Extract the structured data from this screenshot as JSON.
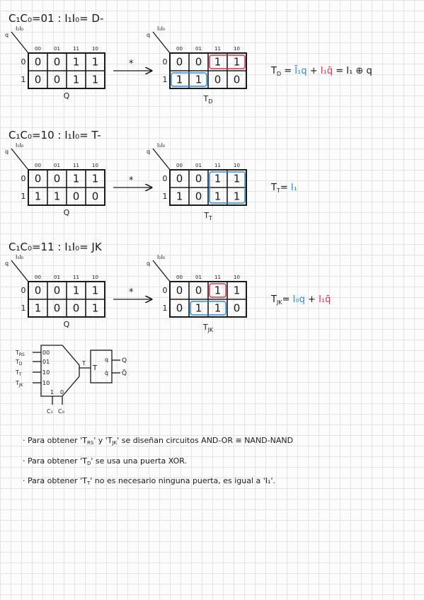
{
  "sections": [
    {
      "heading": "C₁C₀=01 : I₁I₀= D-",
      "axis_top": "I₁I₀",
      "axis_side": "q",
      "columns": [
        "00",
        "01",
        "11",
        "10"
      ],
      "rows": [
        "0",
        "1"
      ],
      "left": {
        "cells": [
          [
            "0",
            "0",
            "1",
            "1"
          ],
          [
            "0",
            "0",
            "1",
            "1"
          ]
        ],
        "caption": "Q"
      },
      "arrow": "*",
      "right": {
        "cells": [
          [
            "0",
            "0",
            "1",
            "1"
          ],
          [
            "1",
            "1",
            "0",
            "0"
          ]
        ],
        "caption_main": "T",
        "caption_sub": "D",
        "groups": [
          {
            "row": 0,
            "col": 2,
            "rows": 1,
            "cols": 2,
            "color": "red"
          },
          {
            "row": 1,
            "col": 0,
            "rows": 1,
            "cols": 2,
            "color": "blue"
          }
        ]
      },
      "formula": [
        {
          "t": "T",
          "c": "black"
        },
        {
          "t": "D",
          "c": "black",
          "sub": true
        },
        {
          "t": " = ",
          "c": "black"
        },
        {
          "t": "Ī₁q",
          "c": "blue"
        },
        {
          "t": " + ",
          "c": "black"
        },
        {
          "t": "I₁q̄",
          "c": "red"
        },
        {
          "t": " = I₁ ⊕ q",
          "c": "black"
        }
      ]
    },
    {
      "heading": "C₁C₀=10 : I₁I₀= T-",
      "axis_top": "I₁I₀",
      "axis_side": "q",
      "columns": [
        "00",
        "01",
        "11",
        "10"
      ],
      "rows": [
        "0",
        "1"
      ],
      "left": {
        "cells": [
          [
            "0",
            "0",
            "1",
            "1"
          ],
          [
            "1",
            "1",
            "0",
            "0"
          ]
        ],
        "caption": "Q"
      },
      "arrow": "*",
      "right": {
        "cells": [
          [
            "0",
            "0",
            "1",
            "1"
          ],
          [
            "1",
            "0",
            "1",
            "1"
          ]
        ],
        "caption_main": "T",
        "caption_sub": "T",
        "groups": [
          {
            "row": 0,
            "col": 2,
            "rows": 2,
            "cols": 2,
            "color": "blue"
          }
        ]
      },
      "formula": [
        {
          "t": "T",
          "c": "black"
        },
        {
          "t": "T",
          "c": "black",
          "sub": true
        },
        {
          "t": "= ",
          "c": "black"
        },
        {
          "t": "I₁",
          "c": "blue"
        }
      ]
    },
    {
      "heading": "C₁C₀=11 : I₁I₀= JK",
      "axis_top": "I₁I₀",
      "axis_side": "q",
      "columns": [
        "00",
        "01",
        "11",
        "10"
      ],
      "rows": [
        "0",
        "1"
      ],
      "left": {
        "cells": [
          [
            "0",
            "0",
            "1",
            "1"
          ],
          [
            "1",
            "0",
            "0",
            "1"
          ]
        ],
        "caption": "Q"
      },
      "arrow": "*",
      "right": {
        "cells": [
          [
            "0",
            "0",
            "1",
            "1"
          ],
          [
            "0",
            "1",
            "1",
            "0"
          ]
        ],
        "caption_main": "T",
        "caption_sub": "JK",
        "groups": [
          {
            "row": 0,
            "col": 2,
            "rows": 1,
            "cols": 1,
            "color": "red"
          },
          {
            "row": 1,
            "col": 1,
            "rows": 1,
            "cols": 2,
            "color": "blue"
          }
        ]
      },
      "formula": [
        {
          "t": "T",
          "c": "black"
        },
        {
          "t": "JK",
          "c": "black",
          "sub": true
        },
        {
          "t": "= ",
          "c": "black"
        },
        {
          "t": "I₀q",
          "c": "blue"
        },
        {
          "t": " + ",
          "c": "black"
        },
        {
          "t": "I₁q̄",
          "c": "red"
        }
      ]
    }
  ],
  "mux": {
    "inputs": [
      {
        "main": "T",
        "sub": "RS",
        "code": "00"
      },
      {
        "main": "T",
        "sub": "D",
        "code": "01"
      },
      {
        "main": "T",
        "sub": "T",
        "code": "10"
      },
      {
        "main": "T",
        "sub": "JK",
        "code": "10"
      }
    ],
    "select_bits": [
      "1",
      "0"
    ],
    "select_names": [
      "C₁",
      "C₀"
    ],
    "output": "T",
    "ff_input": "T",
    "ff_q": "q",
    "ff_qbar": "q̄",
    "out_q": "Q",
    "out_qbar": "Q̄"
  },
  "notes": [
    "· Para obtener 'T_RS' y 'T_JK' se diseñan circuitos AND-OR ≡ NAND-NAND",
    "· Para obtener 'T_D' se usa una puerta XOR.",
    "· Para obtener 'T_T' no es necesario ninguna puerta, es igual a 'I₁'."
  ],
  "colors": {
    "blue": "#2e8be0",
    "red": "#e0334f",
    "ink": "#1a1a1a"
  }
}
